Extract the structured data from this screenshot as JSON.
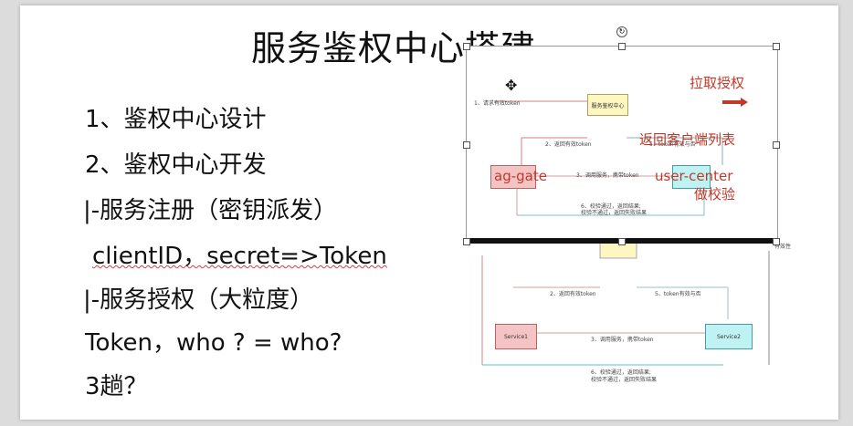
{
  "slide": {
    "title": "服务鉴权中心搭建",
    "bullets": [
      "1、鉴权中心设计",
      "2、鉴权中心开发",
      "|-服务注册（密钥派发）",
      "clientID，secret=>Token",
      "|-服务授权（大粒度）",
      "Token，who ? = who?",
      "3趟？"
    ]
  },
  "overlay": {
    "annotations": {
      "pull_auth": "拉取授权",
      "return_client_list": "返回客户端列表",
      "api_gate": "ag-gate",
      "user_center": "user-center",
      "do_check": "做校验"
    },
    "upper": {
      "auth_center": "服务鉴权中心",
      "step1": "1、请求有效token",
      "step2": "2、返回有效token",
      "step3": "3、调用服务，携带token",
      "step5": "5、token有效与否",
      "step6a": "6、校验通过，返回结果;",
      "step6b": "校验不通过，返回失败结果"
    },
    "lower": {
      "validity": "有效性",
      "step2": "2、返回有效token",
      "step5": "5、token有效与否",
      "step3": "3、调用服务，携带token",
      "service1": "Service1",
      "service2": "Service2",
      "step6a": "6、校验通过，返回结果;",
      "step6b": "校验不通过，返回失败结果"
    }
  },
  "colors": {
    "annotation": "#c0392b",
    "service1_fill": "#f4c4c4",
    "service2_fill": "#bff3f3",
    "auth_fill": "#fff7c0"
  }
}
